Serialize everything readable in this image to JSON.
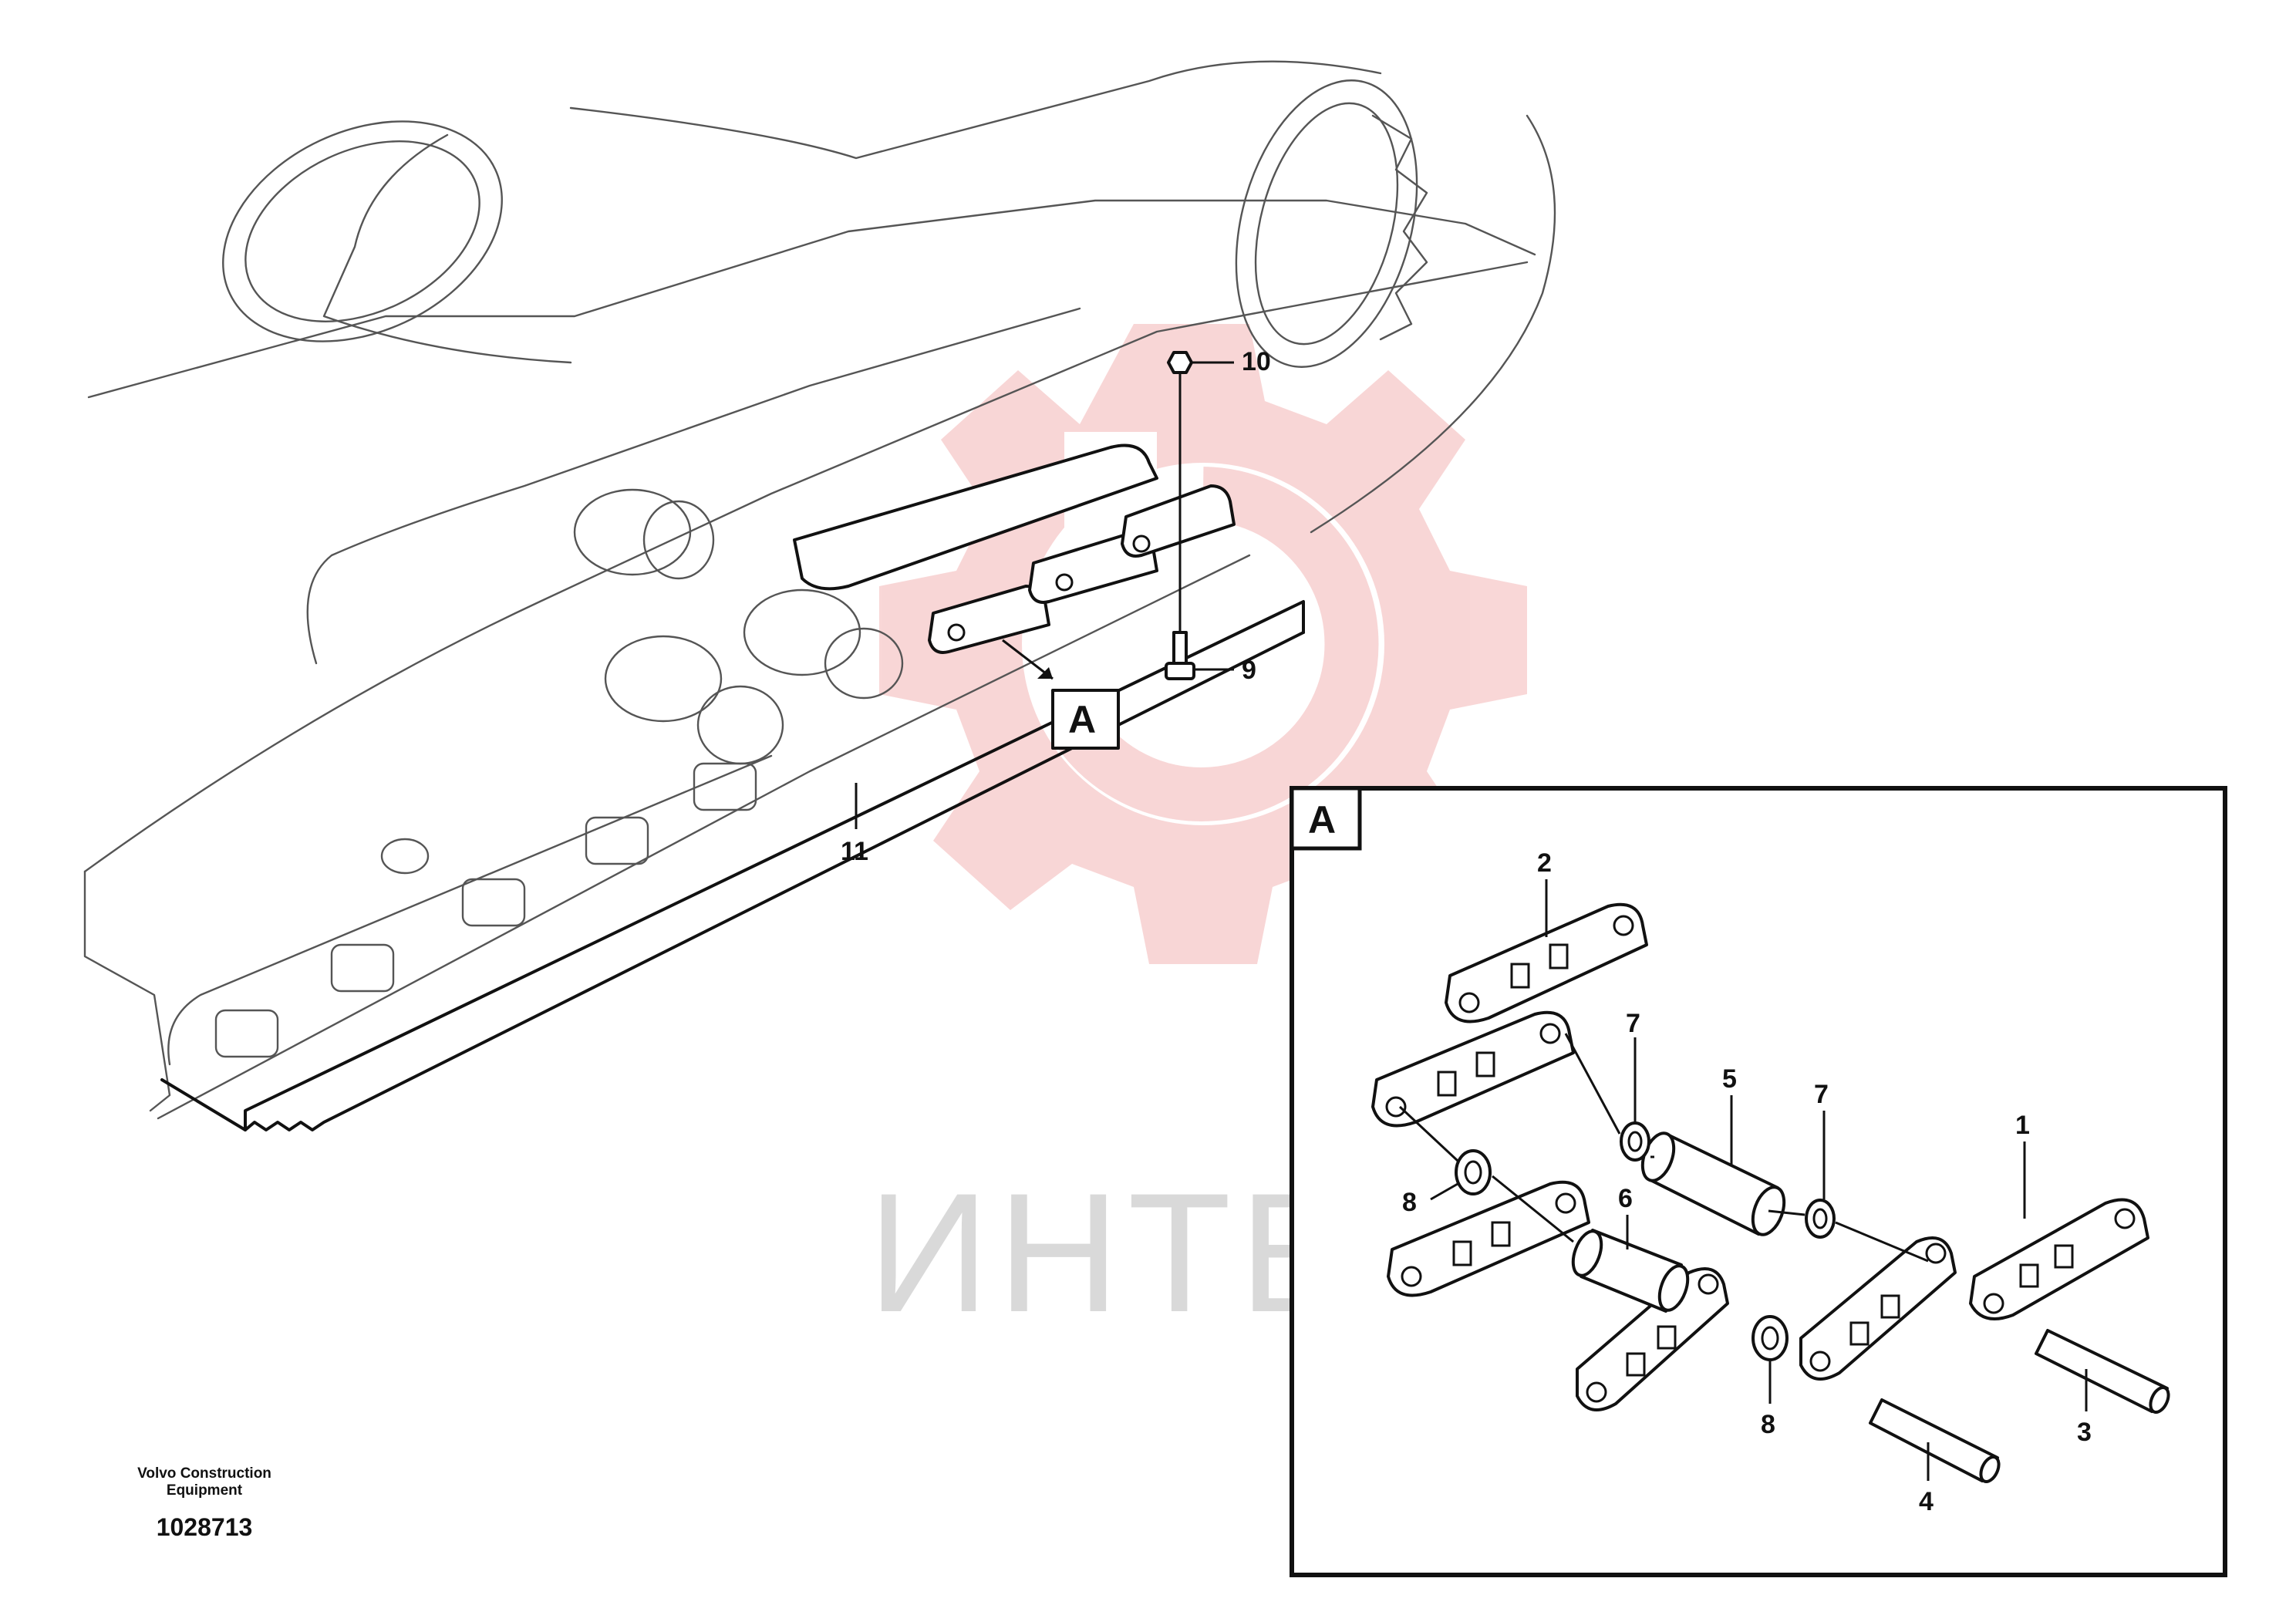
{
  "watermark": {
    "text": "ИНТЕХ",
    "color": "#e8a0a0"
  },
  "main_view": {
    "detail_label": "A"
  },
  "inset": {
    "label": "A"
  },
  "callouts": {
    "c1": "1",
    "c2": "2",
    "c3": "3",
    "c4": "4",
    "c5": "5",
    "c6": "6",
    "c7a": "7",
    "c7b": "7",
    "c8a": "8",
    "c8b": "8",
    "c9": "9",
    "c10": "10",
    "c11": "11"
  },
  "footer": {
    "brand_line1": "Volvo Construction",
    "brand_line2": "Equipment",
    "drawing_number": "1028713"
  }
}
